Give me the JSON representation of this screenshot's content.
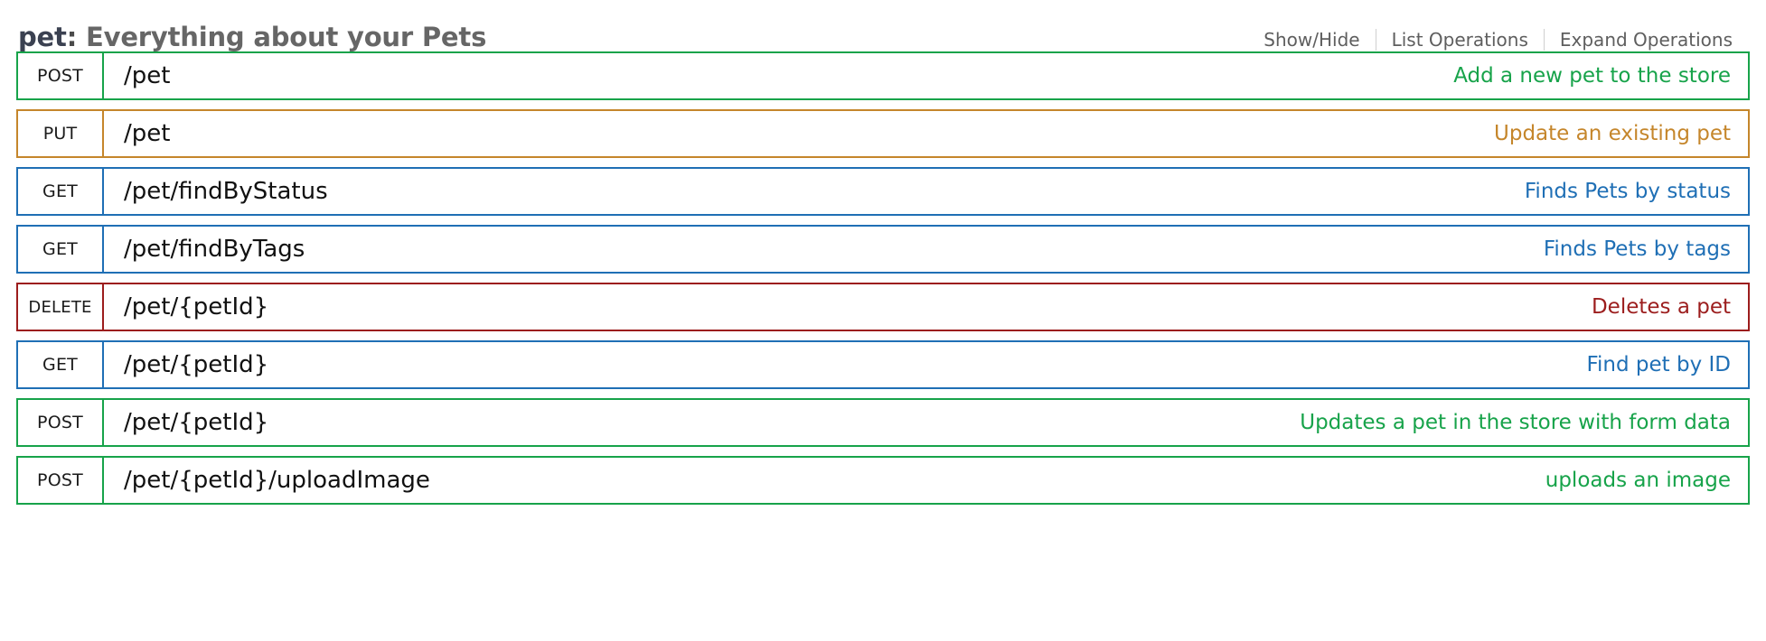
{
  "header": {
    "tag_name": "pet",
    "separator": ":",
    "tag_description": "Everything about your Pets",
    "options": [
      {
        "label": "Show/Hide"
      },
      {
        "label": "List Operations"
      },
      {
        "label": "Expand Operations"
      }
    ]
  },
  "colors": {
    "post": "#17a34a",
    "put": "#c5862b",
    "get": "#1f6fb5",
    "delete": "#9c1d1d",
    "title": "#3b4151",
    "subtitle": "#666666",
    "option_link": "#5e5e5e",
    "path_text": "#111111"
  },
  "operations": [
    {
      "method": "POST",
      "method_class": "m-post",
      "path": "/pet",
      "summary": "Add a new pet to the store"
    },
    {
      "method": "PUT",
      "method_class": "m-put",
      "path": "/pet",
      "summary": "Update an existing pet"
    },
    {
      "method": "GET",
      "method_class": "m-get",
      "path": "/pet/findByStatus",
      "summary": "Finds Pets by status"
    },
    {
      "method": "GET",
      "method_class": "m-get",
      "path": "/pet/findByTags",
      "summary": "Finds Pets by tags"
    },
    {
      "method": "DELETE",
      "method_class": "m-delete",
      "path": "/pet/{petId}",
      "summary": "Deletes a pet"
    },
    {
      "method": "GET",
      "method_class": "m-get",
      "path": "/pet/{petId}",
      "summary": "Find pet by ID"
    },
    {
      "method": "POST",
      "method_class": "m-post",
      "path": "/pet/{petId}",
      "summary": "Updates a pet in the store with form data"
    },
    {
      "method": "POST",
      "method_class": "m-post",
      "path": "/pet/{petId}/uploadImage",
      "summary": "uploads an image"
    }
  ]
}
